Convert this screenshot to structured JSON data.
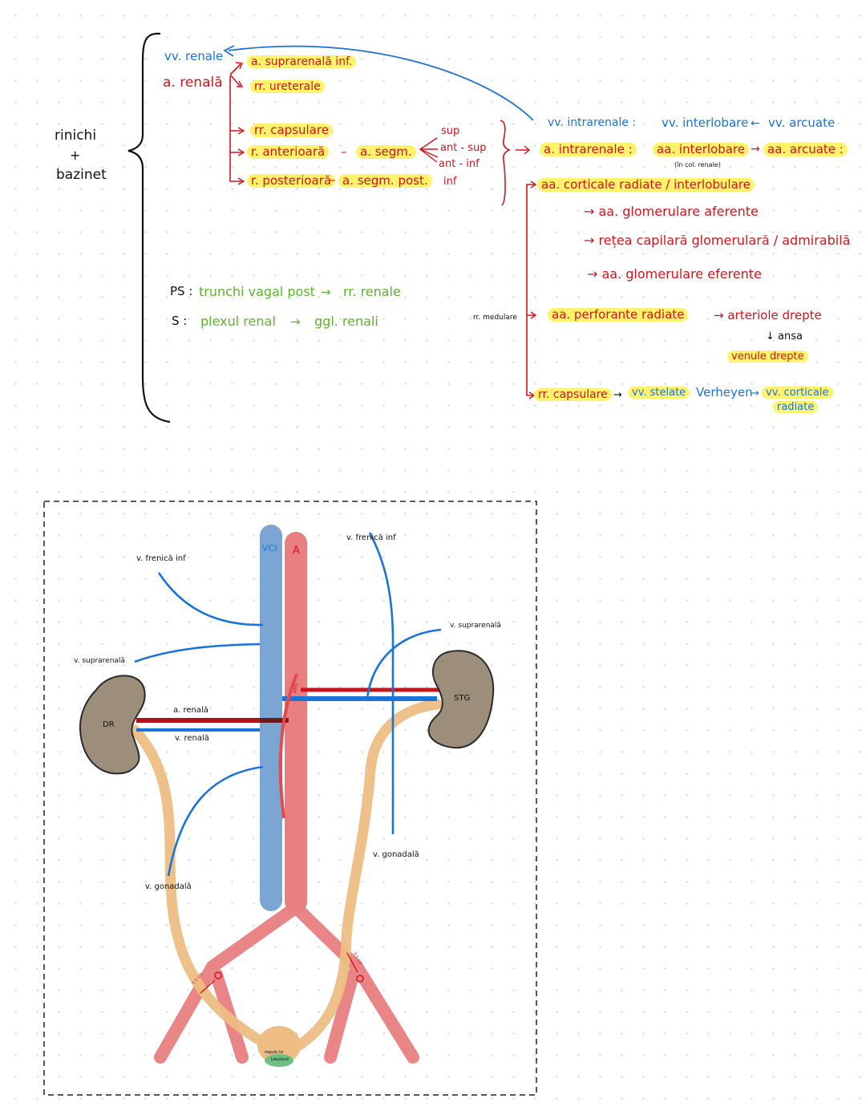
{
  "notes": {
    "title": {
      "line1": "rinichi",
      "line2": "+",
      "line3": "bazinet"
    },
    "vv_renale": "vv. renale",
    "a_renala": "a. renală",
    "branches": {
      "suprarenala_inf": "a. suprarenală inf.",
      "ureterale": "rr. ureterale",
      "capsulare": "rr. capsulare",
      "anterioara": "r. anterioară",
      "dash1": "–",
      "a_segm": "a. segm.",
      "posterioara": "r. posterioară",
      "dash2": "–",
      "a_segm_post": "a. segm. post.",
      "segments": [
        "sup",
        "ant - sup",
        "ant - inf",
        "inf"
      ]
    },
    "innervation": {
      "ps_label": "PS :",
      "ps_text": "trunchi vagal post",
      "ps_arrow": "→",
      "ps_target": "rr. renale",
      "s_label": "S :",
      "s_text": "plexul renal",
      "s_arrow": "→",
      "s_target": "ggl. renali"
    },
    "intrarenal": {
      "vv_intrarenale": "vv. intrarenale :",
      "vv_interlobare": "vv. interlobare",
      "left_arrow": "←",
      "vv_arcuate": "vv. arcuate",
      "a_intrarenale": "a. intrarenale :",
      "aa_interlobare": "aa. interlobare",
      "col_renale": "(în col. renale)",
      "arrow": "→",
      "aa_arcuate": "aa. arcuate :",
      "aa_corticale": "aa. corticale radiate / interlobulare",
      "aferente": "→ aa. glomerulare aferente",
      "retea": "→ rețea capilară glomerulară / admirabilă",
      "eferente": "→ aa. glomerulare eferente",
      "rr_medulare": "rr. medulare",
      "aa_perforante": "aa. perforante radiate",
      "arteriole_drepte": "→ arteriole drepte",
      "ansa": "↓ ansa",
      "venule_drepte": "venule drepte",
      "rr_capsulare": "rr. capsulare",
      "vv_stelate": "vv. stelate",
      "verheyen": "Verheyen",
      "vv_corticale_1": "vv. corticale",
      "vv_corticale_2": "radiate"
    }
  },
  "diagram": {
    "vci": "VCI",
    "aorta": "A",
    "v_frenica_left": "v. frenică inf",
    "v_frenica_right": "v. frenică inf",
    "v_suprarenala_left": "v. suprarenală",
    "v_suprarenala_right": "v. suprarenală",
    "dr": "DR",
    "stg": "STG",
    "a_renala": "a. renală",
    "v_renala": "v. renală",
    "v_gonadala_left": "v. gonadală",
    "v_gonadala_right": "v. gonadală",
    "small_on_aorta": "AMS",
    "cm_left": "0.5 cm",
    "cm_right": "0.5 cm",
    "vezica_line1": "regula lui",
    "vezica_line2": "Lieutaud"
  },
  "colors": {
    "red": "#d3141c",
    "blue": "#1a73d9",
    "green": "#5bb52e",
    "highlight": "#fff36b",
    "vci": "#7ba6d4",
    "aorta": "#e87f80",
    "kidney": "#9c8e7b",
    "ureter": "#edbd84"
  }
}
